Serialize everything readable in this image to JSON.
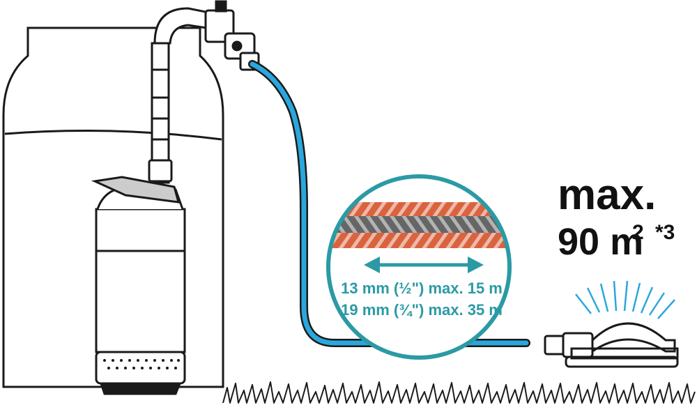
{
  "area": {
    "line1": "max.",
    "line2": "90 m",
    "superscript": "2",
    "footnote": "*3"
  },
  "hose_specs": [
    {
      "label": "13 mm (½\") max. 15 m"
    },
    {
      "label": "19 mm (¾\") max. 35 m"
    }
  ],
  "colors": {
    "hose": "#2aa7dc",
    "teal": "#2b9aa5",
    "hose_orange": "#d9633f",
    "hose_grey": "#666666",
    "outline": "#1a1a1a"
  },
  "icons": {
    "barrel": "rain-barrel-icon",
    "pump": "submersible-pump-icon",
    "sprinkler": "oscillating-sprinkler-icon",
    "grass": "grass-icon"
  }
}
